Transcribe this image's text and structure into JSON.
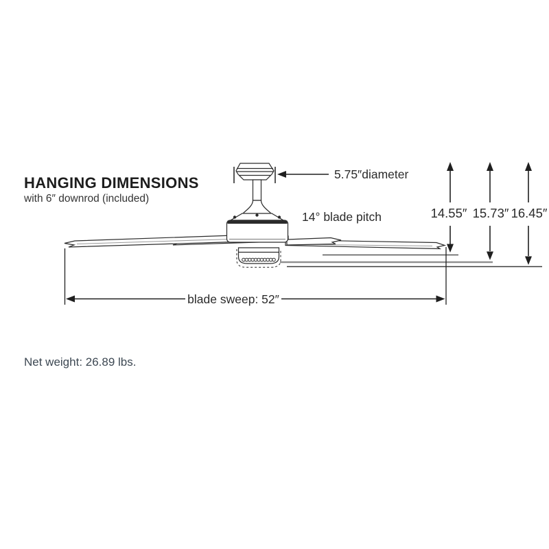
{
  "title": "HANGING DIMENSIONS",
  "subtitle": "with 6″ downrod (included)",
  "labels": {
    "canopy_diameter": "5.75″diameter",
    "blade_pitch": "14° blade pitch",
    "height_1": "14.55″",
    "height_2": "15.73″",
    "height_3": "16.45″",
    "blade_sweep": "blade sweep: 52″",
    "net_weight": "Net weight: 26.89 lbs."
  },
  "colors": {
    "line": "#1f1f1f",
    "art_line": "#2b2b2b",
    "gray_line": "#8f8f8f",
    "text": "#2b2b2b",
    "weight_text": "#3d4853"
  }
}
